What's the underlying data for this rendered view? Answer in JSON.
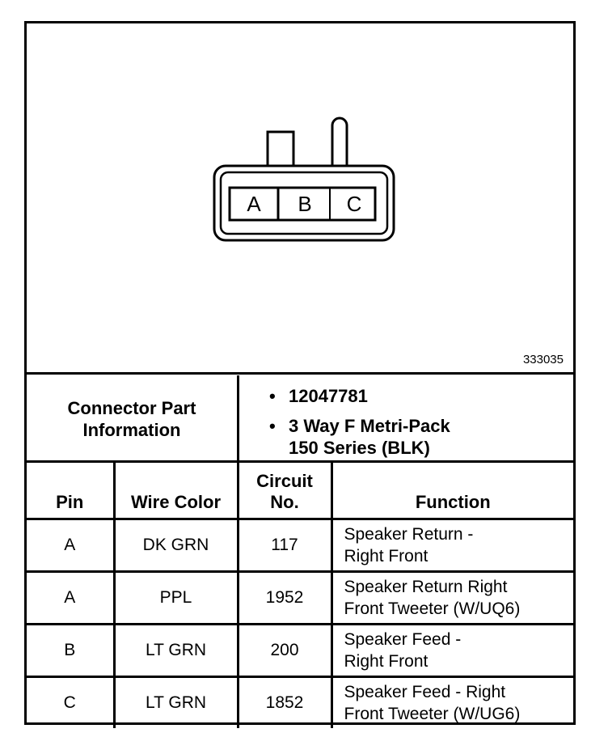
{
  "diagram": {
    "figure_id": "333035",
    "pins": [
      "A",
      "B",
      "C"
    ]
  },
  "connector": {
    "label_line1": "Connector Part",
    "label_line2": "Information",
    "part_number": "12047781",
    "description_line1": "3 Way F Metri-Pack",
    "description_line2": "150 Series (BLK)"
  },
  "table": {
    "headers": {
      "pin": "Pin",
      "wire_color": "Wire Color",
      "circuit_line1": "Circuit",
      "circuit_line2": "No.",
      "function": "Function"
    },
    "rows": [
      {
        "pin": "A",
        "wire_color": "DK GRN",
        "circuit": "117",
        "function_line1": "Speaker Return -",
        "function_line2": "Right Front"
      },
      {
        "pin": "A",
        "wire_color": "PPL",
        "circuit": "1952",
        "function_line1": "Speaker Return Right",
        "function_line2": "Front Tweeter (W/UQ6)"
      },
      {
        "pin": "B",
        "wire_color": "LT GRN",
        "circuit": "200",
        "function_line1": "Speaker Feed -",
        "function_line2": "Right Front"
      },
      {
        "pin": "C",
        "wire_color": "LT GRN",
        "circuit": "1852",
        "function_line1": "Speaker Feed - Right",
        "function_line2": "Front Tweeter (W/UG6)"
      }
    ]
  }
}
